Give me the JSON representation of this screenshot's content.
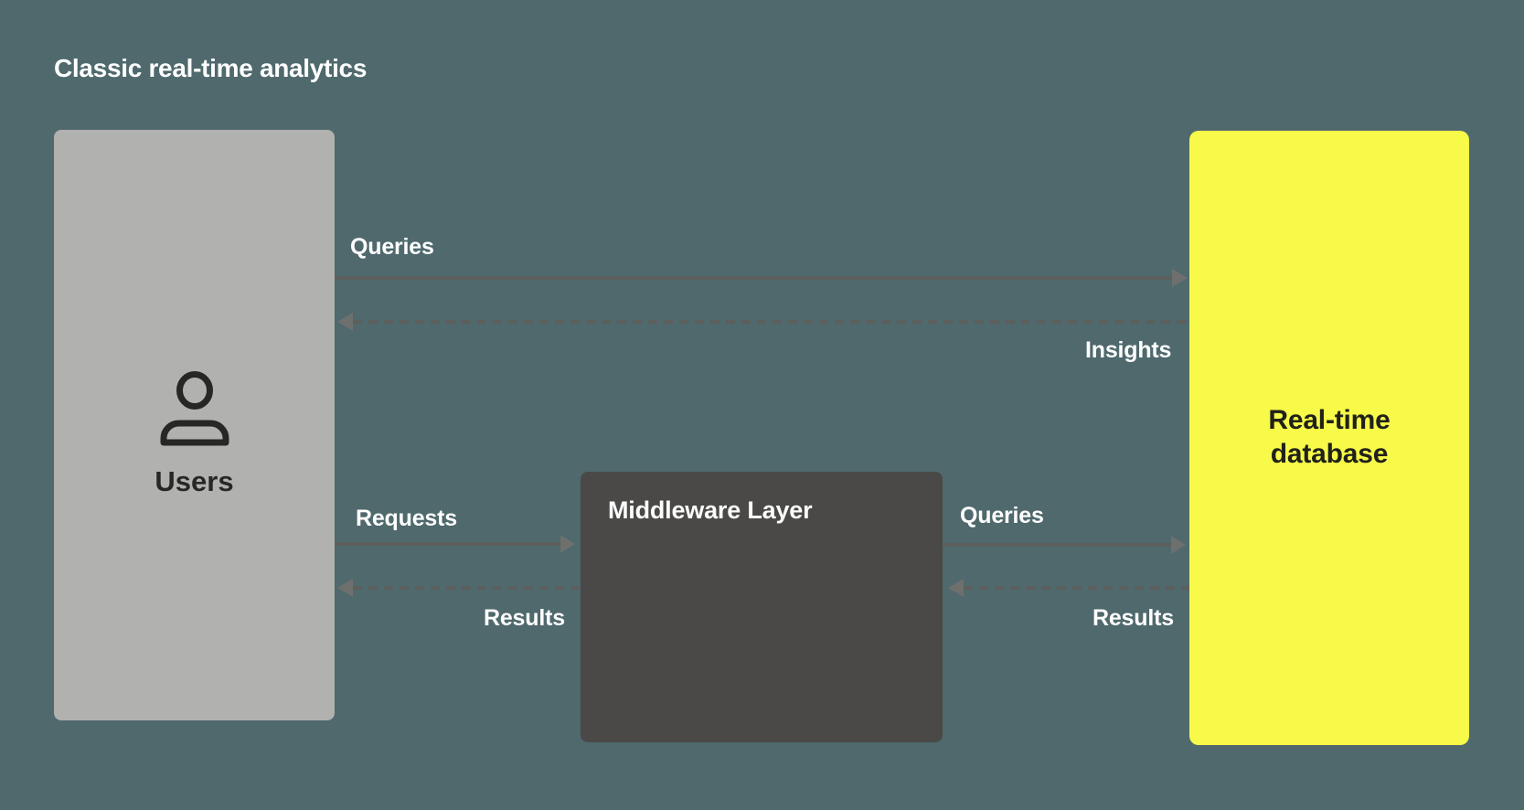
{
  "title": "Classic real-time analytics",
  "colors": {
    "background": "#4f696d",
    "users_box": "#b1b1b0",
    "middleware_box": "#4a4947",
    "database_box": "#f7fa48",
    "arrow_line": "#5d5f5d",
    "arrow_head": "#6e706e",
    "label_text": "#ffffff",
    "dark_text": "#272725"
  },
  "nodes": {
    "users": {
      "label": "Users",
      "icon": "person-icon"
    },
    "middleware": {
      "label": "Middleware Layer"
    },
    "database": {
      "label": "Real-time database"
    }
  },
  "edges": [
    {
      "id": "users-to-database",
      "label": "Queries",
      "from": "users",
      "to": "database",
      "style": "solid"
    },
    {
      "id": "database-to-users",
      "label": "Insights",
      "from": "database",
      "to": "users",
      "style": "dashed"
    },
    {
      "id": "users-to-middleware",
      "label": "Requests",
      "from": "users",
      "to": "middleware",
      "style": "solid"
    },
    {
      "id": "middleware-to-users",
      "label": "Results",
      "from": "middleware",
      "to": "users",
      "style": "dashed"
    },
    {
      "id": "middleware-to-database",
      "label": "Queries",
      "from": "middleware",
      "to": "database",
      "style": "solid"
    },
    {
      "id": "database-to-middleware",
      "label": "Results",
      "from": "database",
      "to": "middleware",
      "style": "dashed"
    }
  ]
}
